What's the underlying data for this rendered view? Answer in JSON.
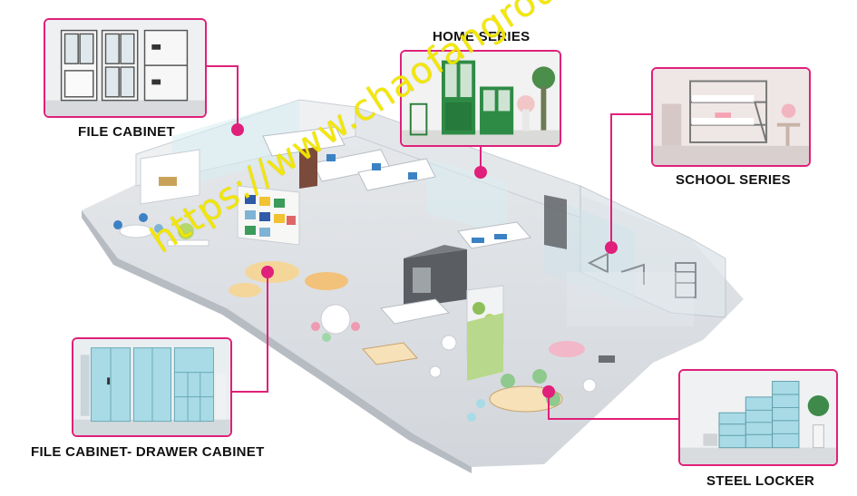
{
  "callouts": {
    "file_cabinet": "FILE CABINET",
    "home_series": "HOME SERIES",
    "school_series": "SCHOOL SERIES",
    "file_cabinet_drawer": "FILE CABINET- DRAWER CABINET",
    "steel_locker": "STEEL LOCKER"
  },
  "watermark": "https://www.chaofangroupco.com/",
  "colors": {
    "connector": "#e0207a",
    "watermark": "#f3e600",
    "floor": "#dcdfe4",
    "wall": "#eef0f2"
  }
}
